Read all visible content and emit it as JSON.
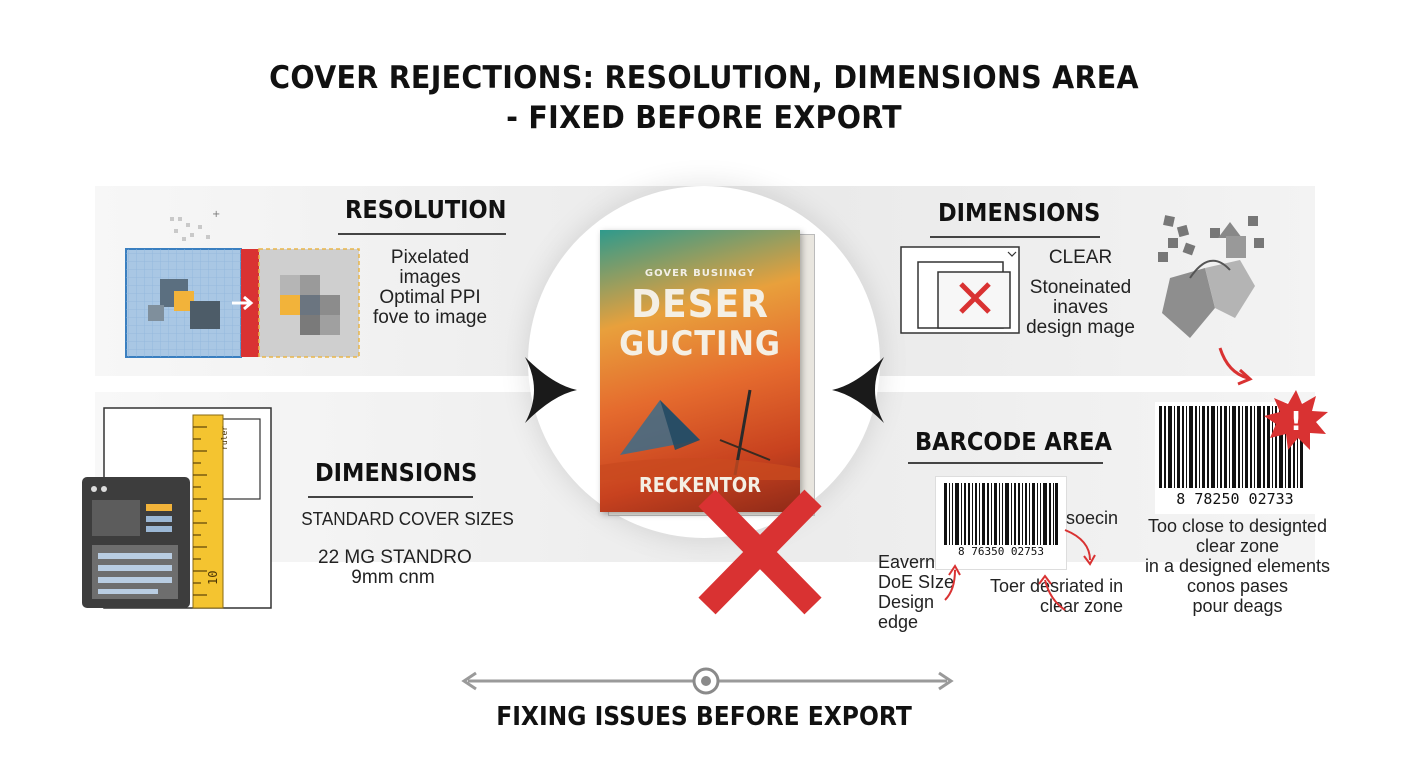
{
  "title": {
    "line1": "COVER REJECTIONS: RESOLUTION, DIMENSIONS AREA",
    "line2": "- FIXED BEFORE EXPORT"
  },
  "resolution": {
    "heading": "RESOLUTION",
    "lines": [
      "Pixelated",
      "images",
      "Optimal PPI",
      "fove to image"
    ]
  },
  "dimensions_top": {
    "heading": "DIMENSIONS",
    "lines": [
      "CLEAR",
      "Stoneinated",
      "inaves",
      "design mage"
    ]
  },
  "dimensions_bottom": {
    "heading": "DIMENSIONS",
    "subtitle": "STANDARD COVER SIZES",
    "lines": [
      "22 MG STANDRO",
      "9mm cnm"
    ],
    "ruler_labels": [
      "10",
      "ruler"
    ]
  },
  "book": {
    "small_title": "GOVER BUSIINGY",
    "title_line1": "DESER",
    "title_line2": "GUCTING",
    "author": "RECKENTOR"
  },
  "barcode": {
    "heading": "BARCODE AREA",
    "small_number": "8 76350 02753",
    "left_notes": [
      "Eavern",
      "DoE SIze",
      "Design",
      "edge"
    ],
    "right_note_top": "soecin",
    "right_note_bottom": [
      "Toer desriated in",
      "clear zone"
    ],
    "big_number": "8 78250 02733",
    "big_notes": [
      "Too close to designted",
      "clear zone",
      "in a designed elements",
      "conos pases",
      "pour deags"
    ]
  },
  "footer": {
    "label": "FIXING ISSUES BEFORE EXPORT"
  },
  "colors": {
    "reject_red": "#d93232",
    "accent_orange": "#f2b33a",
    "blue_frame": "#3a7fc0",
    "ruler_yellow": "#f4c430"
  }
}
